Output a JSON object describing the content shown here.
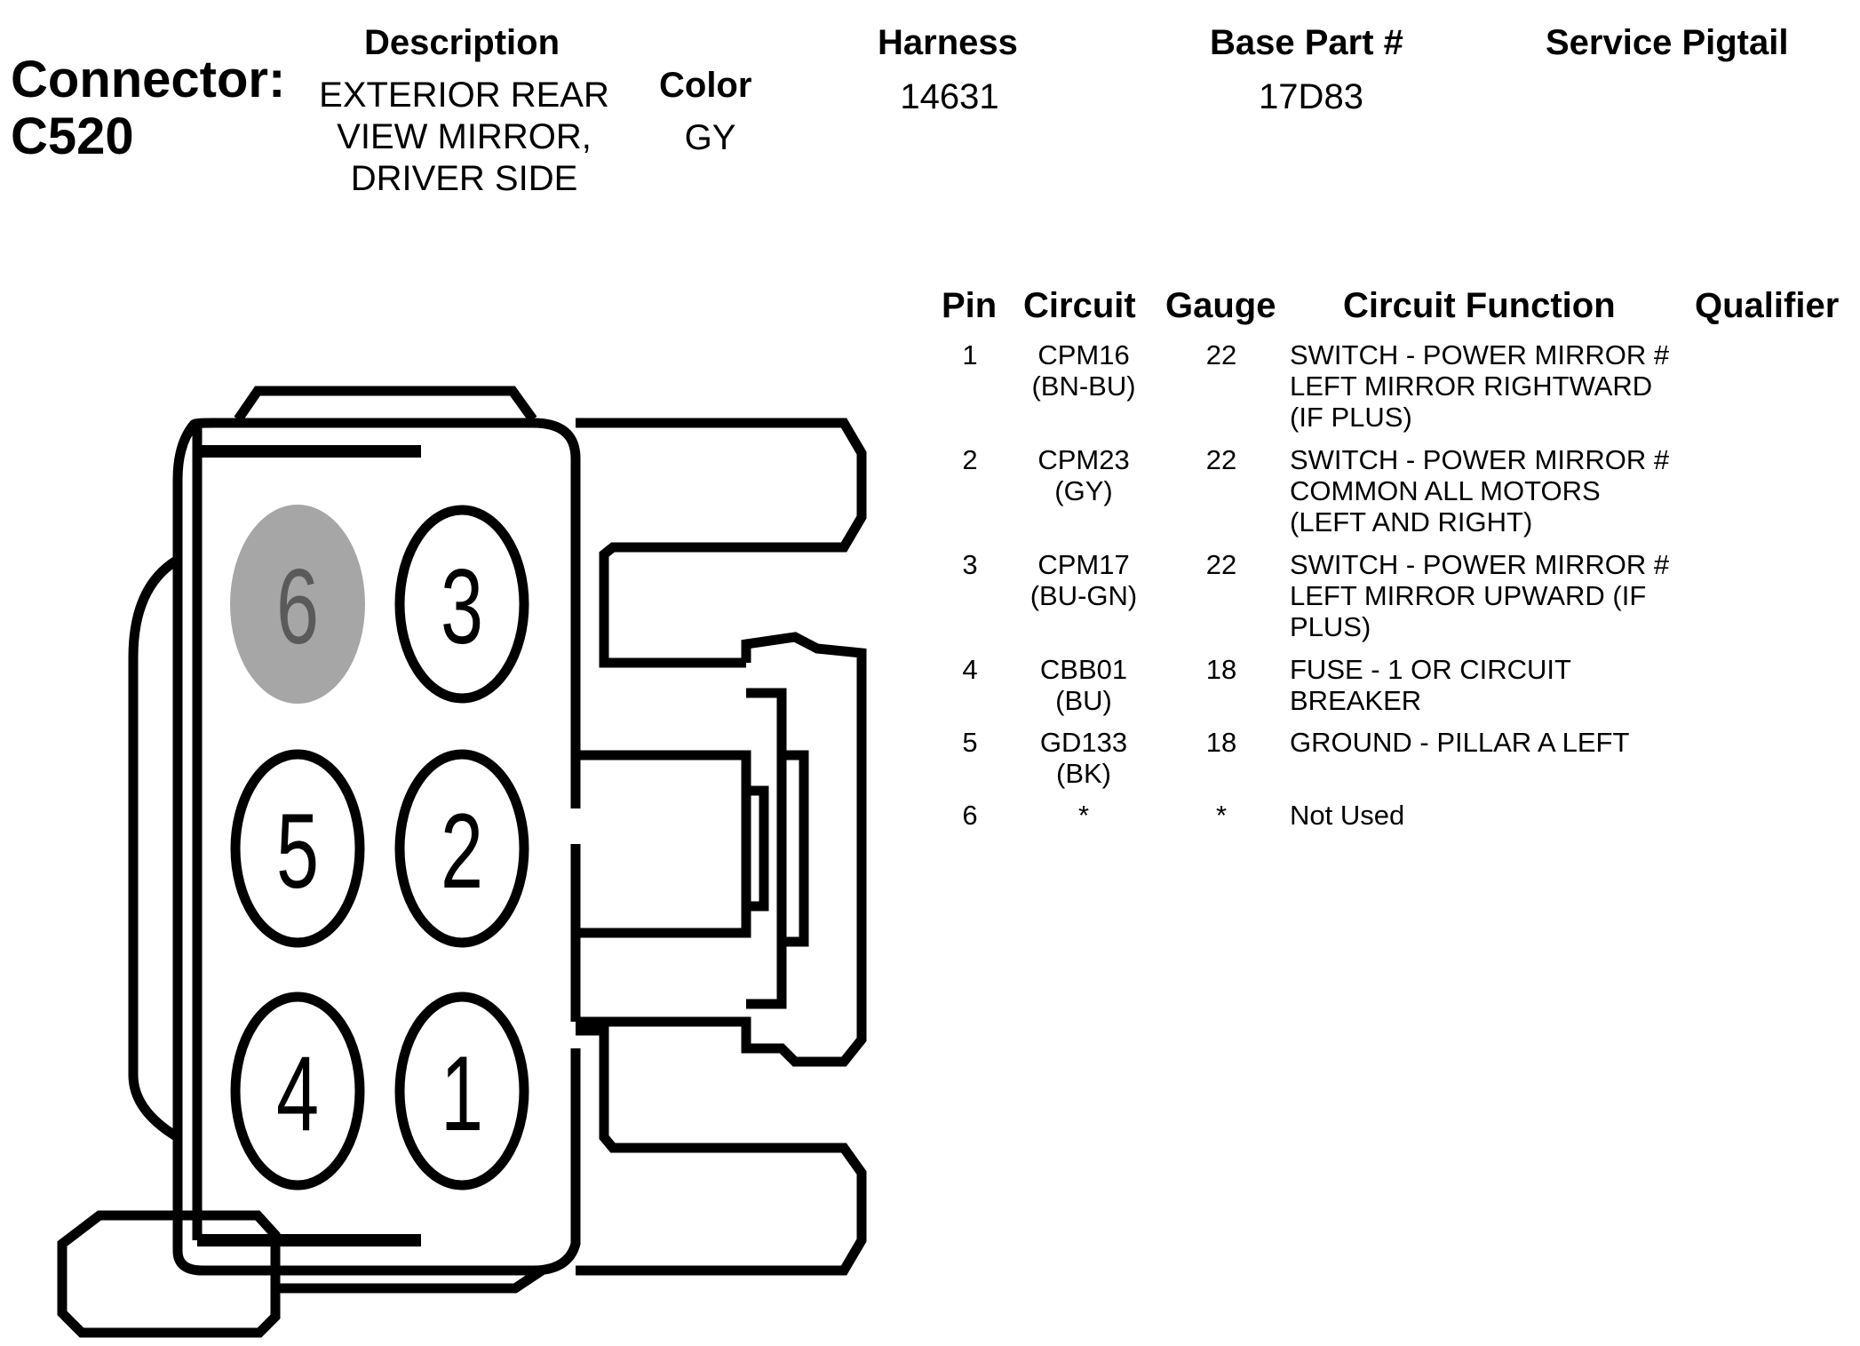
{
  "header": {
    "connector_label": "Connector:",
    "connector_id": "C520",
    "description_label": "Description",
    "description_lines": [
      "EXTERIOR REAR",
      "VIEW MIRROR,",
      "DRIVER SIDE"
    ],
    "color_label": "Color",
    "color_value": "GY",
    "harness_label": "Harness",
    "harness_value": "14631",
    "base_part_label": "Base Part #",
    "base_part_value": "17D83",
    "service_pigtail_label": "Service Pigtail"
  },
  "table": {
    "headers": {
      "pin": "Pin",
      "circuit": "Circuit",
      "gauge": "Gauge",
      "function": "Circuit Function",
      "qualifier": "Qualifier"
    },
    "rows": [
      {
        "pin": "1",
        "circuit": [
          "CPM16",
          "(BN-BU)"
        ],
        "gauge": "22",
        "function": [
          "SWITCH - POWER MIRROR #",
          "LEFT MIRROR RIGHTWARD",
          "(IF PLUS)"
        ]
      },
      {
        "pin": "2",
        "circuit": [
          "CPM23",
          "(GY)"
        ],
        "gauge": "22",
        "function": [
          "SWITCH - POWER MIRROR #",
          "COMMON ALL MOTORS",
          "(LEFT AND RIGHT)"
        ]
      },
      {
        "pin": "3",
        "circuit": [
          "CPM17",
          "(BU-GN)"
        ],
        "gauge": "22",
        "function": [
          "SWITCH - POWER MIRROR #",
          "LEFT MIRROR UPWARD (IF",
          "PLUS)"
        ]
      },
      {
        "pin": "4",
        "circuit": [
          "CBB01",
          "(BU)"
        ],
        "gauge": "18",
        "function": [
          "FUSE - 1 OR CIRCUIT",
          "BREAKER"
        ]
      },
      {
        "pin": "5",
        "circuit": [
          "GD133",
          "(BK)"
        ],
        "gauge": "18",
        "function": [
          "GROUND - PILLAR A LEFT"
        ]
      },
      {
        "pin": "6",
        "circuit": [
          "*"
        ],
        "gauge": "*",
        "function": [
          "Not Used"
        ]
      }
    ]
  },
  "connector_pins": [
    {
      "label": "6",
      "state": "unused"
    },
    {
      "label": "3",
      "state": "used"
    },
    {
      "label": "5",
      "state": "used"
    },
    {
      "label": "2",
      "state": "used"
    },
    {
      "label": "4",
      "state": "used"
    },
    {
      "label": "1",
      "state": "used"
    }
  ],
  "colors": {
    "outline": "#000000",
    "unused_pin_fill": "#a6a6a6",
    "unused_pin_text": "#5a5a5a"
  }
}
